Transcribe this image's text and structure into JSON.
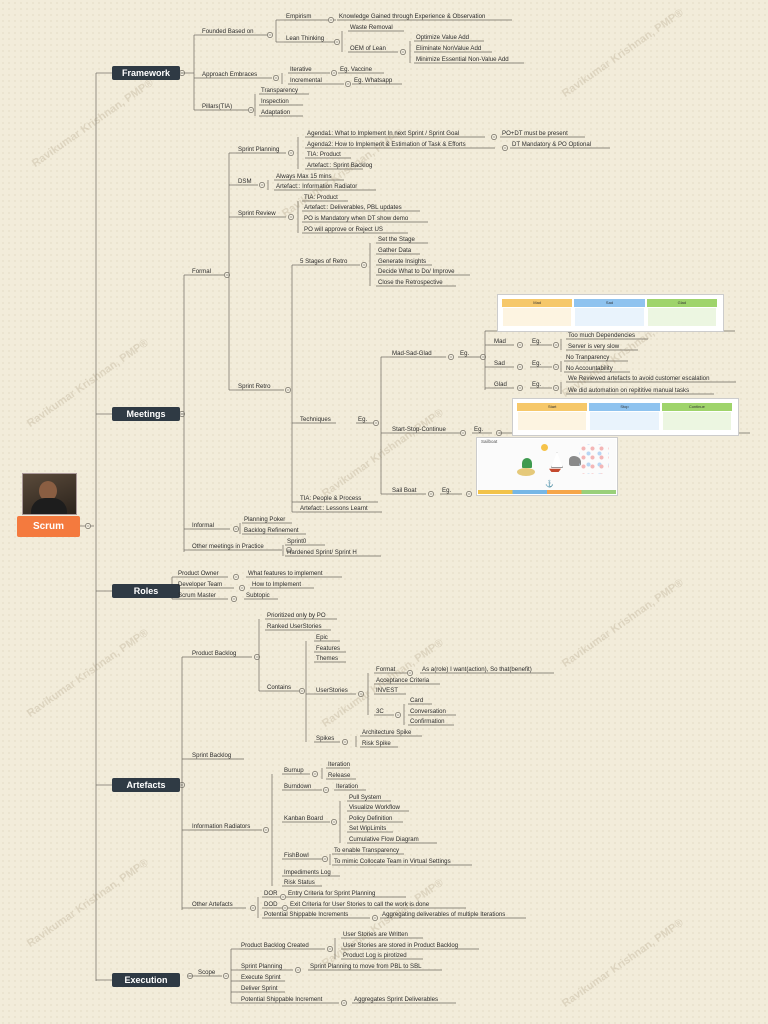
{
  "root": {
    "label": "Scrum",
    "avatar_caption": "Ravikumar Krishnan"
  },
  "watermark": "Ravikumar Krishnan, PMP®",
  "framework": {
    "label": "Framework",
    "founded": "Founded Based on",
    "empirism": "Empirism",
    "empirism_desc": "Knowledge Gained through Experience & Observation",
    "lean": "Lean Thinking",
    "waste": "Waste Removal",
    "oem": "OEM of Lean",
    "oem_items": [
      "Optimize Value Add",
      "Eliminate NonValue Add",
      "Minimize Essential Non-Value Add"
    ],
    "approach": "Approach Embraces",
    "iterative": "Iterative",
    "iterative_eg": "Eg. Vaccine",
    "incremental": "Incremental",
    "incremental_eg": "Eg. Whatsapp",
    "pillars": "Pillars(TIA)",
    "pillar_items": [
      "Transparency",
      "Inspection",
      "Adaptation"
    ]
  },
  "meetings": {
    "label": "Meetings",
    "formal": "Formal",
    "sprint_planning": "Sprint Planning",
    "sp_items": [
      "Agenda1: What to Implement In next Sprint / Sprint Goal",
      "Agenda2: How to Implement & Estimation of Task & Efforts",
      "TIA: Product",
      "Artefact:: Sprint Backlog"
    ],
    "sp_note1": "PO+DT must be present",
    "sp_note2": "DT Mandatory & PO Optional",
    "dsm": "DSM",
    "dsm_items": [
      "Always Max 15 mins",
      "Artefact:: Information Radiator"
    ],
    "sprint_review": "Sprint Review",
    "sr_items": [
      "TIA: Product",
      "Artefact:: Deliverables, PBL updates",
      "PO is Mandatory when DT show demo",
      "PO will approve or Reject US"
    ],
    "sprint_retro": "Sprint Retro",
    "stages": "5 Stages of Retro",
    "stage_items": [
      "Set the Stage",
      "Gather Data",
      "Generate Insights",
      "Decide What to Do/ Improve",
      "Close the Retrospective"
    ],
    "techniques": "Techniques",
    "eg": "Eg.",
    "msg": "Mad-Sad-Glad",
    "mad": "Mad",
    "mad_items": [
      "Too much Dependencies",
      "Server is very slow"
    ],
    "sad": "Sad",
    "sad_items": [
      "No Tranparency",
      "No Accountability"
    ],
    "glad": "Glad",
    "glad_items": [
      "We Reviewed artefacts to avoid customer escalation",
      "We did automation on repititive manual tasks"
    ],
    "ssc": "Start-Stop-Continue",
    "sailboat": "Sail Boat",
    "retro_tia": "TIA: People & Process",
    "retro_artefact": "Artefact:: Lessons Learnt",
    "msg_board_cols": [
      "Mad",
      "Sad",
      "Glad"
    ],
    "ssc_board_cols": [
      "Start",
      "Stop",
      "Continue"
    ],
    "sail_title": "Sailboat",
    "informal": "Informal",
    "informal_items": [
      "Planning Poker",
      "Backlog Refinement"
    ],
    "other": "Other meetings in Practice",
    "other_items": [
      "Sprint0",
      "Hardened Sprint/ Sprint H"
    ]
  },
  "roles": {
    "label": "Roles",
    "items": [
      {
        "name": "Product Owner",
        "desc": "What features to implement"
      },
      {
        "name": "Developer Team",
        "desc": "How to Implement"
      },
      {
        "name": "Scrum Master",
        "desc": "Subtopic"
      }
    ]
  },
  "artefacts": {
    "label": "Artefacts",
    "pb": "Product Backlog",
    "pb_items": [
      "Prioritized only by PO",
      "Ranked UserStories"
    ],
    "contains": "Contains",
    "contains_items": [
      "Epic",
      "Features",
      "Themes"
    ],
    "userstories": "UserStories",
    "format": "Format",
    "format_desc": "As a(role) I want(action), So that(benefit)",
    "acceptance": "Acceptance Criteria",
    "invest": "INVEST",
    "threec": "3C",
    "threec_items": [
      "Card",
      "Conversation",
      "Confirmation"
    ],
    "spikes": "Spikes",
    "spike_items": [
      "Architecture Spike",
      "Risk Spike"
    ],
    "sb": "Sprint Backlog",
    "ir": "Information Radiators",
    "burnup": "Burnup",
    "burnup_items": [
      "Iteration",
      "Release"
    ],
    "burndown": "Burndown",
    "burndown_item": "Iteration",
    "kanban": "Kanban Board",
    "kanban_items": [
      "Pull System",
      "Visualize Workflow",
      "Policy Definition",
      "Set WipLimits",
      "Cumulative Flow Diagram"
    ],
    "fishbowl": "FishBowl",
    "fishbowl_items": [
      "To enable Transparency",
      "To mimic Collocate Team in Virtual  Settings"
    ],
    "impediments": "Impediments Log",
    "risk": "Risk Status",
    "other": "Other Artefacts",
    "dor": "DOR",
    "dor_desc": "Entry Criteria for Sprint Planning",
    "dod": "DOD",
    "dod_desc": "Exit Criteria for User Stories to call the work is done",
    "psi": "Potential Shippable Increments",
    "psi_desc": "Aggregating deliverables of multiple Iterations"
  },
  "execution": {
    "label": "Execution",
    "scope": "Scope",
    "pbc": "Product Backlog Created",
    "pbc_items": [
      "User Stories are Written",
      "User Stories are stored in Product Backlog",
      "Product Log is pirotized"
    ],
    "sp": "Sprint Planning",
    "sp_desc": "Sprint Planning to move from PBL to SBL",
    "exec": "Execute Sprint",
    "deliver": "Deliver Sprint",
    "psi": "Potential Shippable Increment",
    "psi_desc": "Aggregates Sprint Deliverables"
  }
}
